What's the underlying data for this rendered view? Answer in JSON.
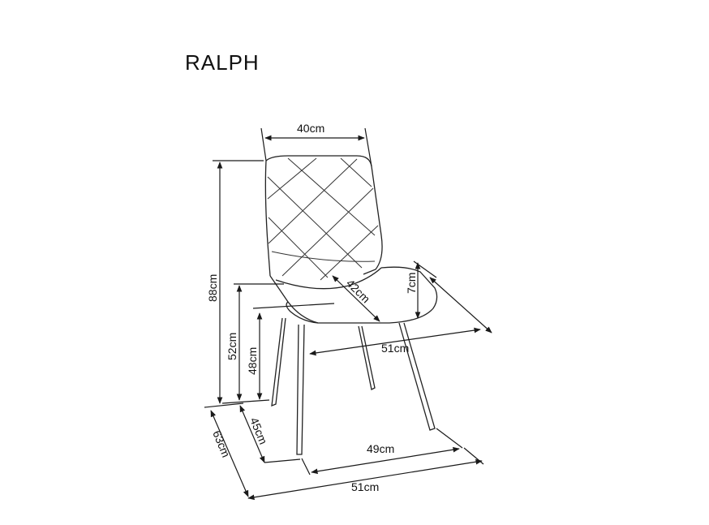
{
  "title": "RALPH",
  "dimensions": {
    "top_width": "40cm",
    "total_height": "88cm",
    "seat_height": "52cm",
    "seat_inner_height": "48cm",
    "seat_depth": "42cm",
    "armrest_gap": "7cm",
    "seat_width": "51cm",
    "leg_depth": "45cm",
    "total_depth": "63cm",
    "leg_width": "49cm",
    "total_width": "51cm"
  }
}
